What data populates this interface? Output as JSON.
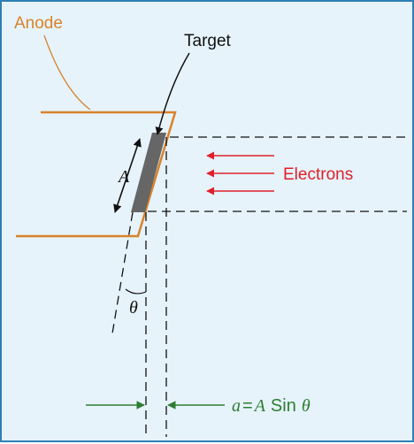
{
  "labels": {
    "anode": "Anode",
    "target": "Target",
    "electrons": "Electrons",
    "target_size": "A",
    "angle": "θ",
    "formula_a": "a",
    "formula_eq": "=",
    "formula_A": "A",
    "formula_sin": "Sin",
    "formula_theta": "θ"
  },
  "colors": {
    "anode": "#d9822b",
    "target_fill": "#666666",
    "electrons": "#e0202a",
    "dimension": "#2e7d32",
    "background": "#e6f3fb",
    "border": "#2f7fb5"
  }
}
